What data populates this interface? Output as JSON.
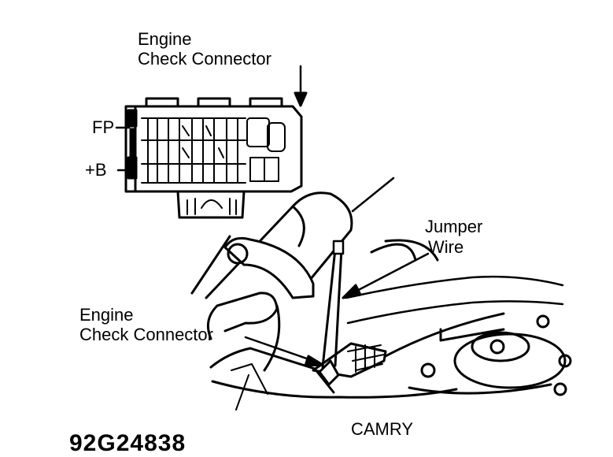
{
  "labels": {
    "top_connector_line1": "Engine",
    "top_connector_line2": "Check Connector",
    "fp": "FP",
    "plus_b": "+B",
    "jumper_line1": "Jumper",
    "jumper_line2": "Wire",
    "lower_connector_line1": "Engine",
    "lower_connector_line2": "Check Connector",
    "model": "CAMRY",
    "figure_id": "92G24838"
  }
}
